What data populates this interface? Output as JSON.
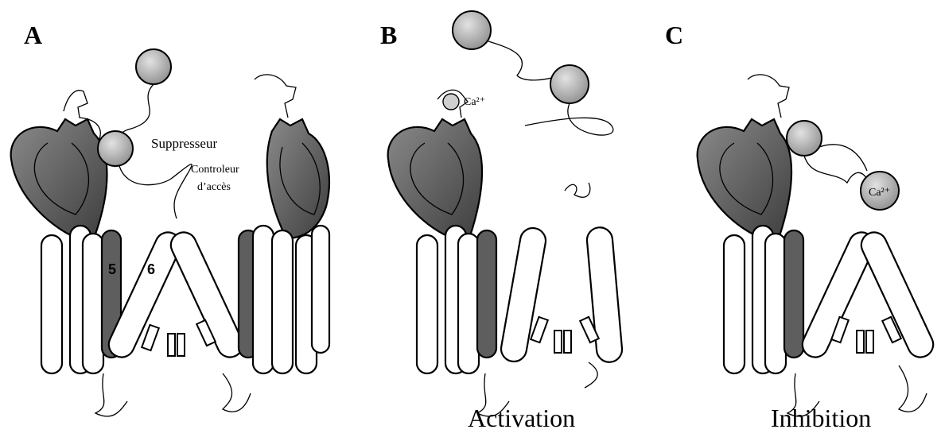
{
  "panels": [
    {
      "letter": "A",
      "caption": ""
    },
    {
      "letter": "B",
      "caption": "Activation"
    },
    {
      "letter": "C",
      "caption": "Inhibition"
    }
  ],
  "labels": {
    "suppressor": "Suppresseur",
    "gate_controller_line1": "Controleur",
    "gate_controller_line2": "d’accès",
    "calcium_b": "Ca²⁺",
    "calcium_c": "Ca²⁺",
    "helix_5": "5",
    "helix_6": "6"
  },
  "colors": {
    "domain_fill": "#5e5e5e",
    "ball_fill": "#b9b9b9",
    "outline": "#000000"
  }
}
